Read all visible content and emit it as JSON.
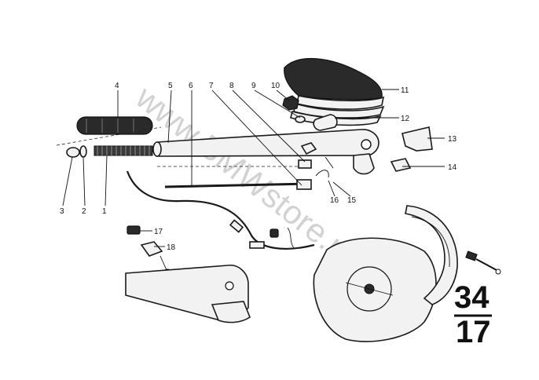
{
  "diagram": {
    "section": {
      "numerator": "34",
      "denominator": "17"
    },
    "watermark": "www.BMWstore.pl",
    "callouts": [
      "1",
      "2",
      "3",
      "4",
      "5",
      "6",
      "7",
      "8",
      "9",
      "10",
      "11",
      "12",
      "13",
      "14",
      "15",
      "16",
      "17",
      "18"
    ]
  }
}
